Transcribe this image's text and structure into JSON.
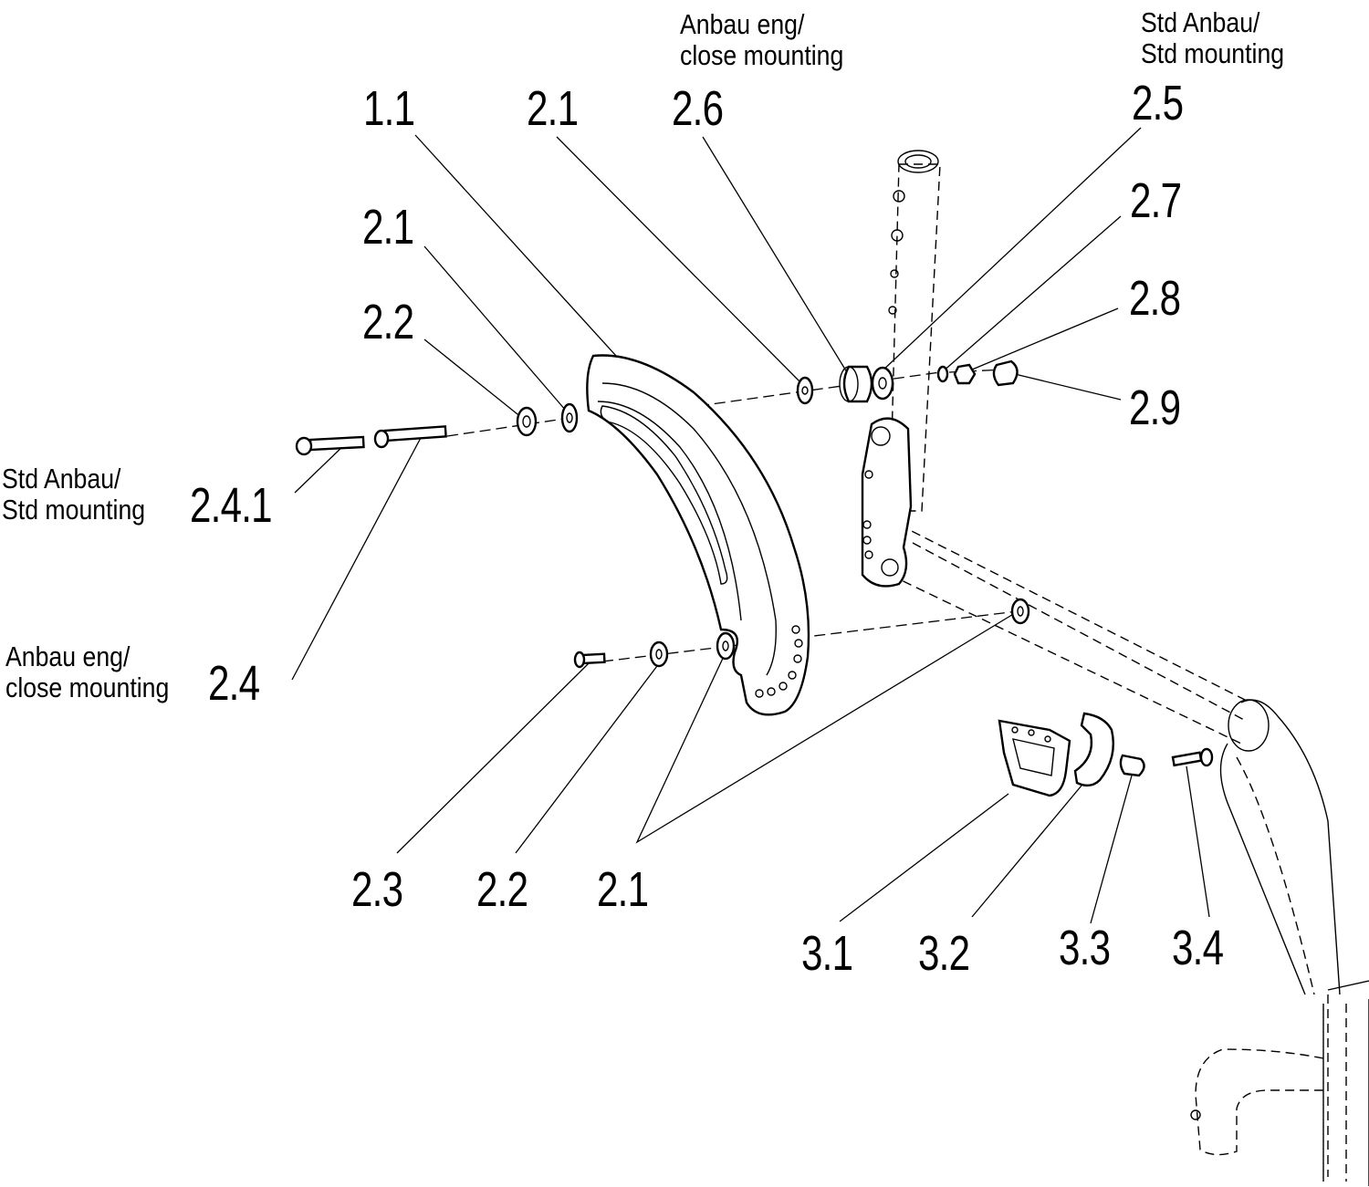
{
  "labels": {
    "p1_1": "1.1",
    "p2_1_top": "2.1",
    "p2_6": "2.6",
    "p2_5": "2.5",
    "p2_1_mid": "2.1",
    "p2_7": "2.7",
    "p2_2_mid": "2.2",
    "p2_8": "2.8",
    "p2_9": "2.9",
    "p2_4_1": "2.4.1",
    "p2_4": "2.4",
    "p2_3": "2.3",
    "p2_2_bot": "2.2",
    "p2_1_bot": "2.1",
    "p3_1": "3.1",
    "p3_2": "3.2",
    "p3_3": "3.3",
    "p3_4": "3.4"
  },
  "notes": {
    "close_top_line1": "Anbau eng/",
    "close_top_line2": "close mounting",
    "std_top_line1": "Std Anbau/",
    "std_top_line2": "Std mounting",
    "std_left_line1": "Std Anbau/",
    "std_left_line2": "Std mounting",
    "close_left_line1": "Anbau eng/",
    "close_left_line2": "close mounting"
  }
}
